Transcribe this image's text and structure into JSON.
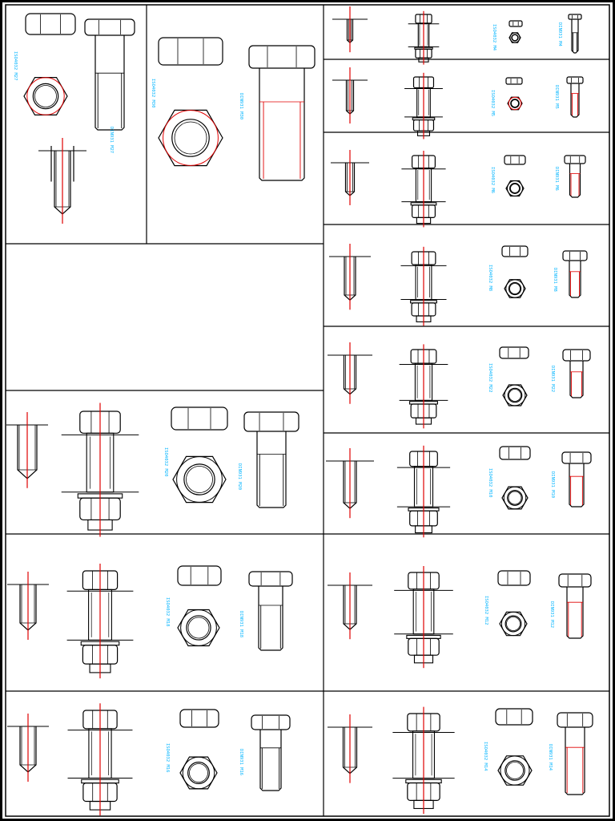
{
  "sheet": {
    "colors": {
      "outline": "#000000",
      "axis": "#e00000",
      "label": "#00b4ff"
    }
  },
  "cells": [
    {
      "nut_label": "ISO4032 M27",
      "bolt_label": "DIN931 M27"
    },
    {
      "nut_label": "ISO4032 M30",
      "bolt_label": "DIN931 M30"
    },
    {
      "nut_label": "ISO4032 M4",
      "bolt_label": "DIN931 M4"
    },
    {
      "nut_label": "ISO4032 M5",
      "bolt_label": "DIN931 M5"
    },
    {
      "nut_label": "ISO4032 M6",
      "bolt_label": "DIN931 M6"
    },
    {
      "nut_label": "ISO4032 M8",
      "bolt_label": "DIN931 M8"
    },
    {
      "nut_label": "ISO4032 M22",
      "bolt_label": "DIN931 M22"
    },
    {
      "nut_label": "ISO4032 M10",
      "bolt_label": "DIN931 M10"
    },
    {
      "nut_label": "ISO4032 M20",
      "bolt_label": "DIN931 M20"
    },
    {
      "nut_label": "ISO4032 M12",
      "bolt_label": "DIN931 M12"
    },
    {
      "nut_label": "ISO4032 M18",
      "bolt_label": "DIN931 M18"
    },
    {
      "nut_label": "ISO4032 M14",
      "bolt_label": "DIN931 M14"
    },
    {
      "nut_label": "ISO4032 M16",
      "bolt_label": "DIN931 M16"
    }
  ]
}
